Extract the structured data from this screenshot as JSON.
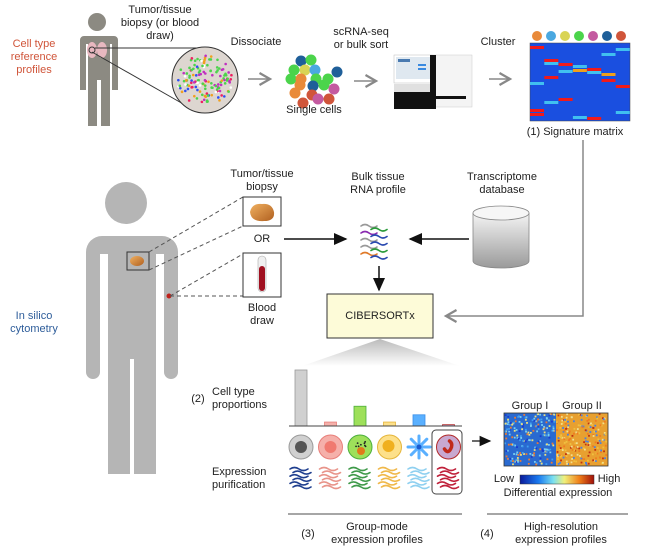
{
  "top": {
    "section_label": "Cell type reference profiles",
    "biopsy_label": "Tumor/tissue biopsy (or blood draw)",
    "dissociate_label": "Dissociate",
    "single_cells_label": "Single cells",
    "scrna_label": "scRNA-seq or bulk sort",
    "cluster_label": "Cluster",
    "signature_label": "(1)  Signature matrix",
    "cluster_colors": [
      "#e98a3a",
      "#4aa8e0",
      "#d9d455",
      "#4bd44b",
      "#c45aa0",
      "#1f5f99",
      "#d0553a"
    ],
    "single_cell_colors": [
      "#1f5f99",
      "#4bd44b",
      "#4bd44b",
      "#d9d455",
      "#4aa8e0",
      "#1f5f99",
      "#4bd44b",
      "#e98a3a",
      "#4bd44b",
      "#4bd44b",
      "#e98a3a",
      "#1f5f99",
      "#4bd44b",
      "#c45aa0",
      "#e98a3a",
      "#d0553a",
      "#d0553a",
      "#c45aa0",
      "#d0553a"
    ]
  },
  "middle": {
    "section_label": "In silico cytometry",
    "tumor_biopsy_label": "Tumor/tissue biopsy",
    "or_label": "OR",
    "blood_draw_label": "Blood draw",
    "bulk_label": "Bulk tissue RNA profile",
    "transcriptome_label": "Transcriptome database",
    "cibersort_label": "CIBERSORTx"
  },
  "bottom": {
    "proportions_num": "(2)",
    "proportions_label": "Cell type proportions",
    "purification_label": "Expression purification",
    "group_mode_num": "(3)",
    "group_mode_label": "Group-mode expression profiles",
    "high_res_num": "(4)",
    "high_res_label": "High-resolution expression profiles",
    "group1_label": "Group I",
    "group2_label": "Group II",
    "low_label": "Low",
    "high_label": "High",
    "diff_label": "Differential expression"
  },
  "cell_types": [
    {
      "name": "gray-cell",
      "color": "#9a9a9a",
      "fill": "#d0d0d0",
      "proportion": 0.85
    },
    {
      "name": "pink-cell",
      "color": "#e87f7a",
      "fill": "#f5b0aa",
      "proportion": 0.06
    },
    {
      "name": "green-cell",
      "color": "#4caf3c",
      "fill": "#9ee05a",
      "proportion": 0.3
    },
    {
      "name": "yellow-cell",
      "color": "#e5b53a",
      "fill": "#fde08a",
      "proportion": 0.06
    },
    {
      "name": "blue-cell",
      "color": "#3a8fe8",
      "fill": "#5ab0ff",
      "proportion": 0.17
    },
    {
      "name": "purple-cell",
      "color": "#b22a2a",
      "fill": "#c8a8d0",
      "proportion": 0.02
    }
  ],
  "wave_colors": [
    "#1f3f8f",
    "#e8948a",
    "#3f9a4a",
    "#f0b84a",
    "#8fd0f0",
    "#c0203a"
  ]
}
